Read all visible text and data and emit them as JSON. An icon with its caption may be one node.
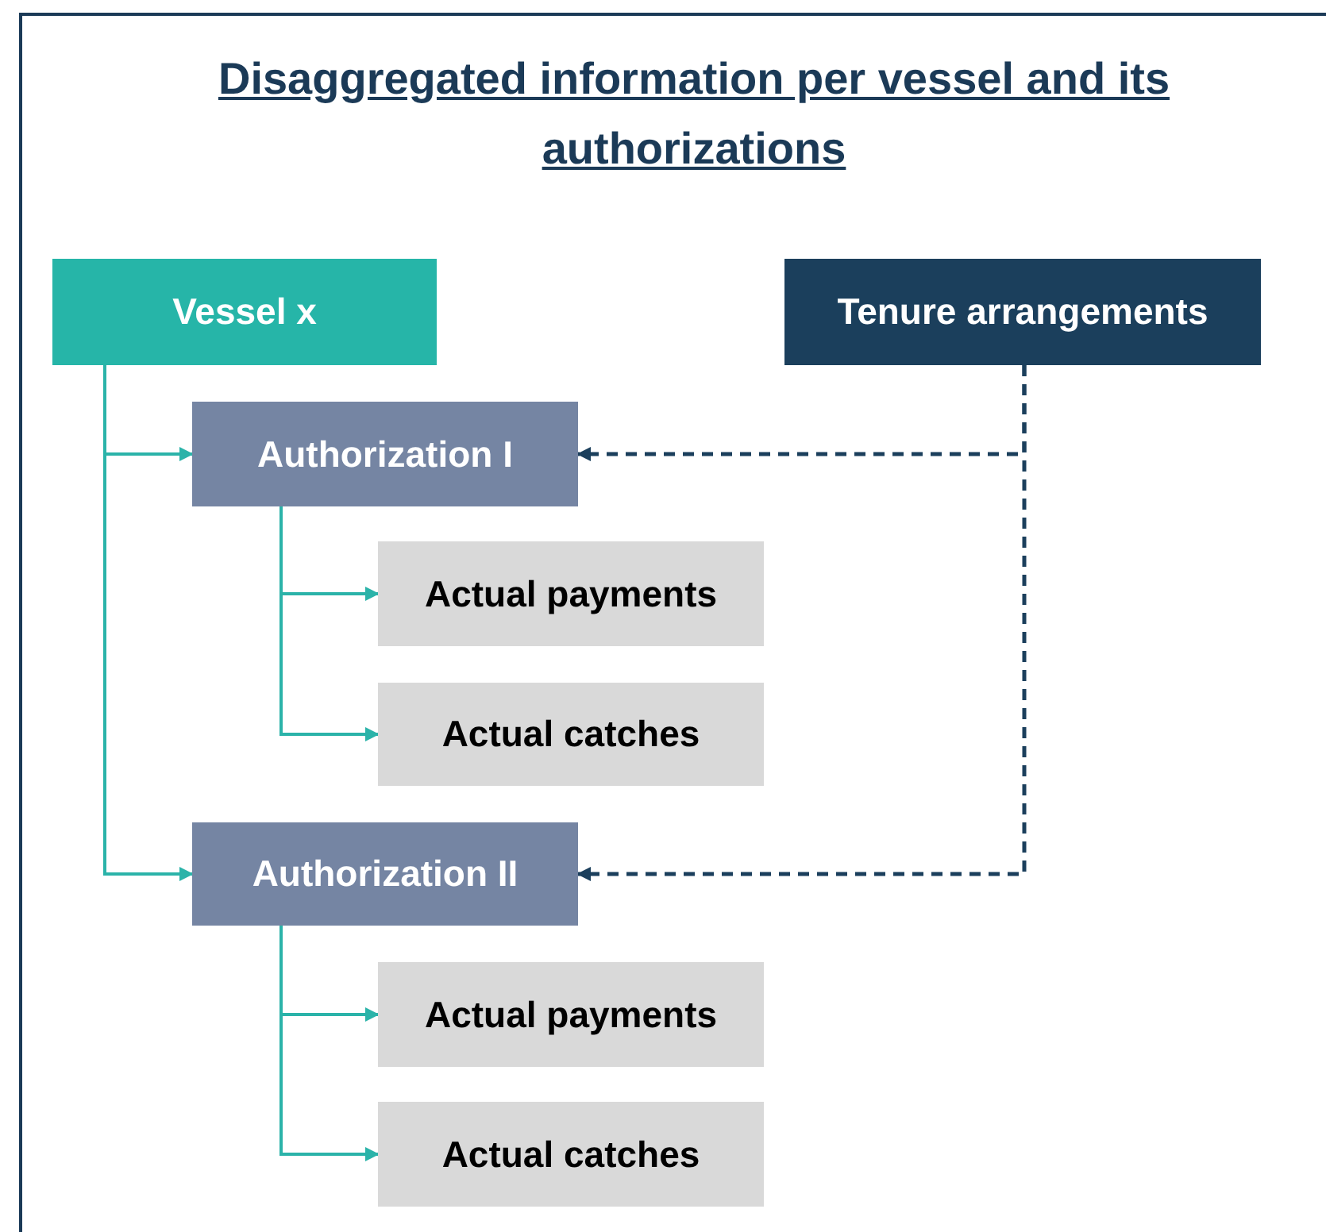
{
  "diagram": {
    "title": "Disaggregated information per vessel and its authorizations",
    "nodes": [
      {
        "text": [
          "Vessel x"
        ]
      },
      {
        "text": [
          "Tenure arrangements"
        ]
      },
      {
        "text": [
          "Authorization I"
        ]
      },
      {
        "text": [
          "Actual payments"
        ]
      },
      {
        "text": [
          "Actual catches"
        ]
      },
      {
        "text": [
          "Authorization II"
        ]
      },
      {
        "text": [
          "Actual payments"
        ]
      },
      {
        "text": [
          "Actual catches"
        ]
      }
    ],
    "edges": [
      {
        "from": 0,
        "to": 2,
        "arrow": "to"
      },
      {
        "from": 0,
        "to": 5,
        "arrow": "to"
      },
      {
        "from": 2,
        "to": 3,
        "arrow": "to"
      },
      {
        "from": 2,
        "to": 4,
        "arrow": "to"
      },
      {
        "from": 5,
        "to": 6,
        "arrow": "to"
      },
      {
        "from": 5,
        "to": 7,
        "arrow": "to"
      },
      {
        "from": 1,
        "to": 2,
        "arrow": "to",
        "style": "dashed",
        "color": "#1b3f5c"
      },
      {
        "from": 1,
        "to": 5,
        "arrow": "to",
        "style": "dashed",
        "color": "#1b3f5c"
      }
    ]
  }
}
